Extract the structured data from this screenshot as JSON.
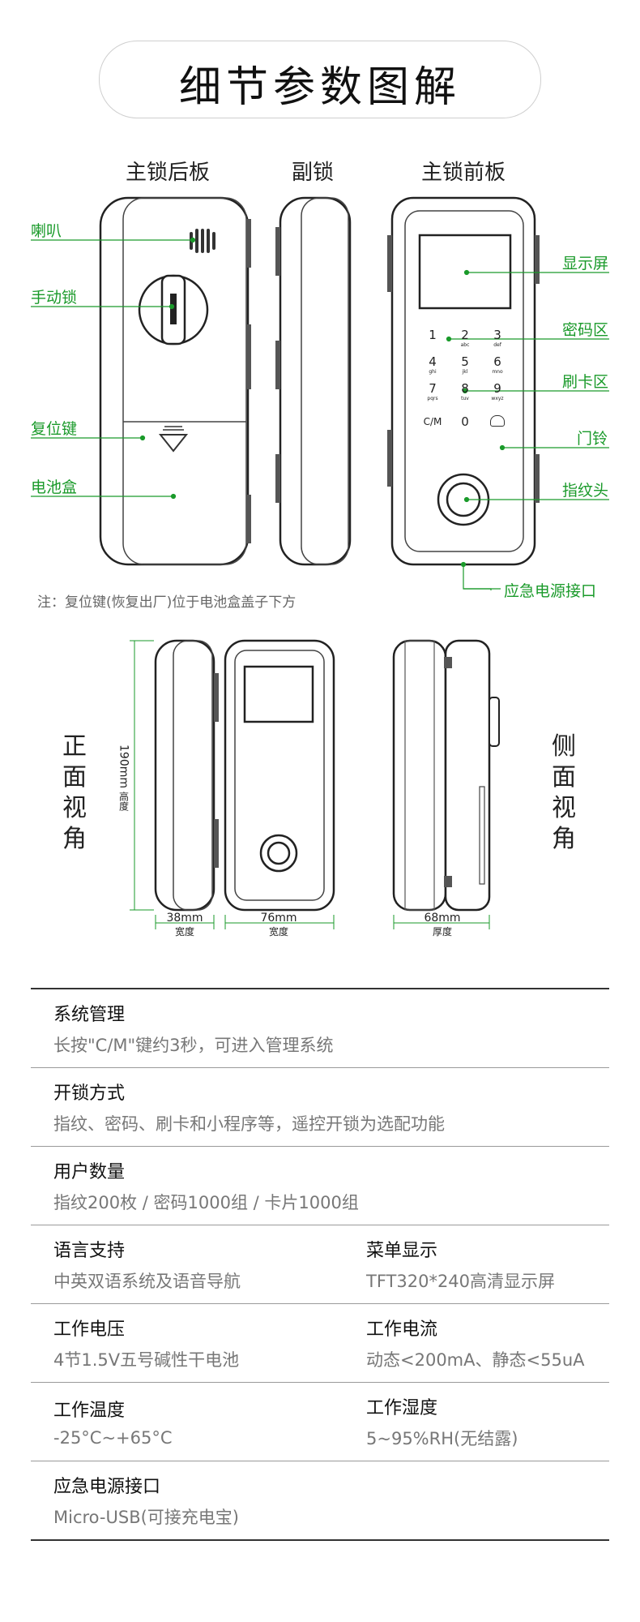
{
  "title": "细节参数图解",
  "views": {
    "back_label": "主锁后板",
    "sub_label": "副锁",
    "front_label": "主锁前板"
  },
  "callouts_left": [
    "喇叭",
    "手动锁",
    "复位键",
    "电池盒"
  ],
  "callouts_right": [
    "显示屏",
    "密码区",
    "刷卡区",
    "门铃",
    "指纹头",
    "应急电源接口"
  ],
  "keypad": [
    {
      "num": "1",
      "sub": ""
    },
    {
      "num": "2",
      "sub": "abc"
    },
    {
      "num": "3",
      "sub": "def"
    },
    {
      "num": "4",
      "sub": "ghi"
    },
    {
      "num": "5",
      "sub": "jkl"
    },
    {
      "num": "6",
      "sub": "mno"
    },
    {
      "num": "7",
      "sub": "pqrs"
    },
    {
      "num": "8",
      "sub": "tuv"
    },
    {
      "num": "9",
      "sub": "wxyz"
    },
    {
      "num": "C/M",
      "sub": ""
    },
    {
      "num": "0",
      "sub": ""
    },
    {
      "num": "",
      "sub": ""
    }
  ],
  "note": "注：复位键(恢复出厂)位于电池盒盖子下方",
  "front_view_label": "正面视角",
  "side_view_label": "侧面视角",
  "dimensions": {
    "height_value": "190mm",
    "height_label": "高度",
    "w1_value": "38mm",
    "w1_label": "宽度",
    "w2_value": "76mm",
    "w2_label": "宽度",
    "d_value": "68mm",
    "d_label": "厚度"
  },
  "specs": [
    {
      "items": [
        {
          "label": "系统管理",
          "value": "长按\"C/M\"键约3秒，可进入管理系统"
        }
      ]
    },
    {
      "items": [
        {
          "label": "开锁方式",
          "value": "指纹、密码、刷卡和小程序等，遥控开锁为选配功能"
        }
      ]
    },
    {
      "items": [
        {
          "label": "用户数量",
          "value": "指纹200枚 / 密码1000组 / 卡片1000组"
        }
      ]
    },
    {
      "items": [
        {
          "label": "语言支持",
          "value": "中英双语系统及语音导航"
        },
        {
          "label": "菜单显示",
          "value": "TFT320*240高清显示屏"
        }
      ]
    },
    {
      "items": [
        {
          "label": "工作电压",
          "value": "4节1.5V五号碱性干电池"
        },
        {
          "label": "工作电流",
          "value": "动态<200mA、静态<55uA"
        }
      ]
    },
    {
      "items": [
        {
          "label": "工作温度",
          "value": "-25°C~+65°C"
        },
        {
          "label": "工作湿度",
          "value": "5~95%RH(无结露)"
        }
      ]
    },
    {
      "items": [
        {
          "label": "应急电源接口",
          "value": "Micro-USB(可接充电宝)"
        }
      ]
    }
  ],
  "colors": {
    "accent": "#1a9a2a",
    "line": "#333333"
  }
}
